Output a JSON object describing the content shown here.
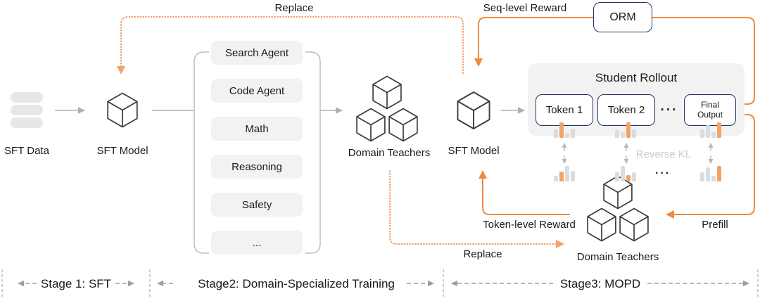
{
  "colors": {
    "orange": "#ed8b41",
    "orange_dotted": "#f2a26b",
    "bar_orange": "#f0a468",
    "bar_gray": "#dcdcdc",
    "navy_border": "#24365e",
    "gray_connector": "#afafaf",
    "light_box_fill": "#f2f2f3",
    "text": "#1a1a1a",
    "faint_text": "#c9c9c9"
  },
  "stage1": {
    "data_label": "SFT Data",
    "model_label": "SFT Model"
  },
  "stage2": {
    "domains": [
      "Search Agent",
      "Code Agent",
      "Math",
      "Reasoning",
      "Safety",
      "..."
    ],
    "teachers_label": "Domain Teachers"
  },
  "stage3": {
    "model_label": "SFT Model",
    "rollout_title": "Student Rollout",
    "token1": "Token 1",
    "token2": "Token 2",
    "tokens_ellipsis": "···",
    "final_output_line1": "Final",
    "final_output_line2": "Output",
    "orm_label": "ORM",
    "teachers_label": "Domain Teachers",
    "bars_ellipsis": "···"
  },
  "edges": {
    "replace_top": "Replace",
    "seq_level_reward": "Seq-level Reward",
    "reverse_kl": "Reverse KL",
    "token_level_reward": "Token-level Reward",
    "prefill": "Prefill",
    "replace_bottom": "Replace"
  },
  "footer": {
    "stage1": "Stage 1: SFT",
    "stage2": "Stage2: Domain-Specialized Training",
    "stage3": "Stage3: MOPD"
  },
  "distributions": {
    "upper": [
      {
        "heights": [
          12,
          22,
          7,
          13
        ],
        "orange_index": 1
      },
      {
        "heights": [
          11,
          8,
          22,
          12
        ],
        "orange_index": 2
      },
      {
        "heights": [
          12,
          18,
          8,
          22
        ],
        "orange_index": 3
      }
    ],
    "lower": [
      {
        "heights": [
          8,
          14,
          22,
          15
        ],
        "orange_index": 1
      },
      {
        "heights": [
          13,
          22,
          9,
          13
        ],
        "orange_index": 2
      },
      {
        "heights": [
          13,
          20,
          8,
          22
        ],
        "orange_index": 3
      }
    ]
  }
}
